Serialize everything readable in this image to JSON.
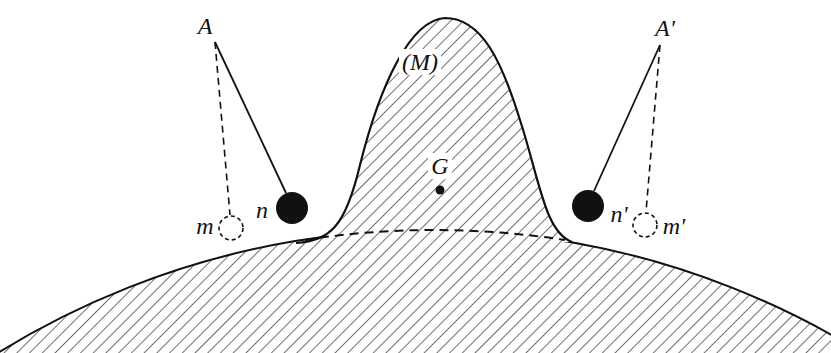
{
  "diagram": {
    "labels": [
      "A",
      "A'",
      "(M)",
      "G",
      "m",
      "n",
      "n'",
      "m'"
    ]
  }
}
